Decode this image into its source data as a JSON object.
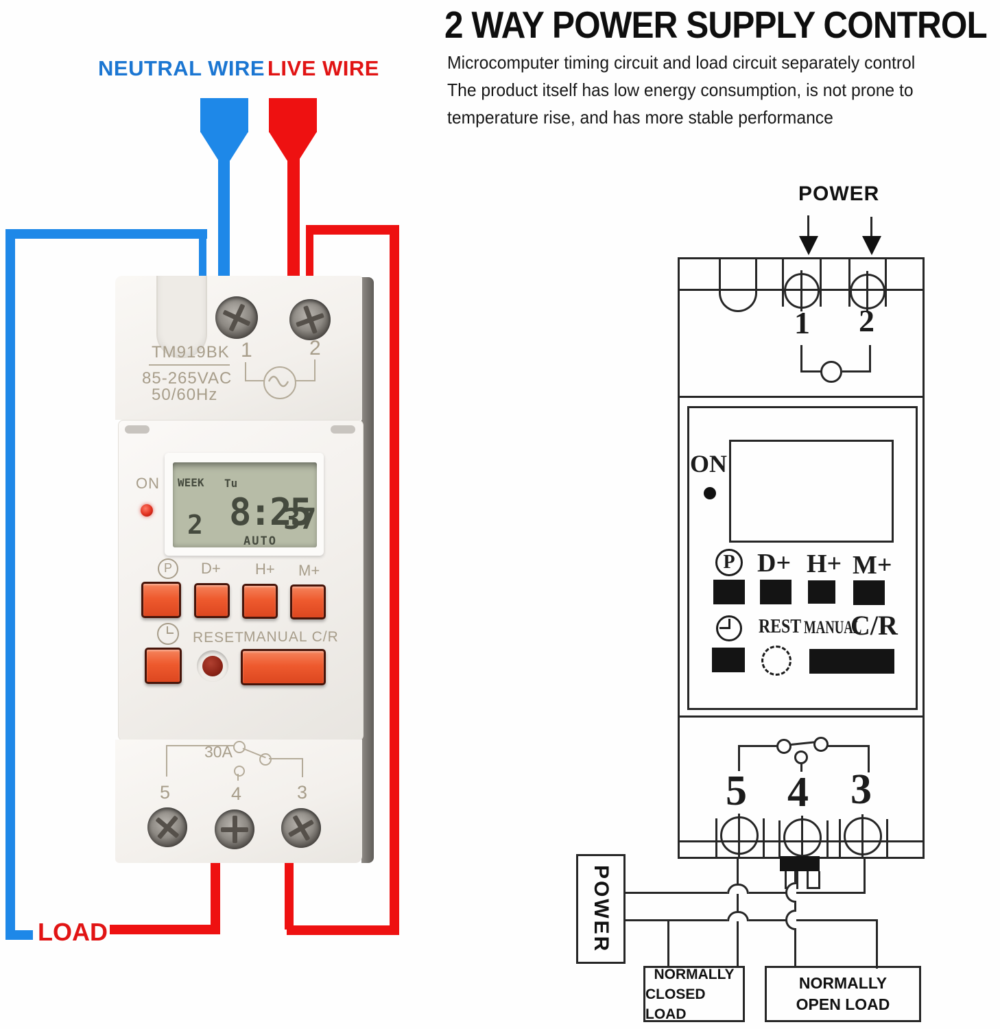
{
  "colors": {
    "neutral": "#1e88e8",
    "live": "#ee1111",
    "label_blue": "#1b76d2",
    "label_red": "#e11414",
    "ink": "#262626",
    "button_orange": "#ee5a2e",
    "lcd_green": "#b7bca7"
  },
  "labels": {
    "neutral_wire": "NEUTRAL WIRE",
    "live_wire": "LIVE WIRE",
    "load": "LOAD"
  },
  "header": {
    "title": "2 WAY POWER SUPPLY CONTROL",
    "line1": "Microcomputer timing circuit and load circuit separately control",
    "line2": "The product itself has low energy consumption, is not prone to",
    "line3": "temperature rise, and has more stable performance"
  },
  "device": {
    "model": "TM919BK",
    "voltage": "85-265VAC",
    "frequency": "50/60Hz",
    "relay_rating": "30A",
    "on_label": "ON",
    "terminal_1": "1",
    "terminal_2": "2",
    "terminal_3": "3",
    "terminal_4": "4",
    "terminal_5": "5",
    "lcd": {
      "week_label": "WEEK",
      "day": "Tu",
      "day_digit": "2",
      "time": "8:25",
      "seconds": "37",
      "mode": "AUTO"
    },
    "buttons": {
      "p": "P",
      "d": "D+",
      "h": "H+",
      "m": "M+",
      "reset": "RESET",
      "manual": "MANUAL C/R"
    }
  },
  "diagram": {
    "power_top": "POWER",
    "on_label": "ON",
    "terminal_1": "1",
    "terminal_2": "2",
    "terminal_3": "3",
    "terminal_4": "4",
    "terminal_5": "5",
    "buttons": {
      "p": "P",
      "d": "D+",
      "h": "H+",
      "m": "M+",
      "rest": "REST",
      "manual": "MANUAL",
      "cr": "C/R"
    },
    "power_box": "POWER",
    "nc_load_line1": "NORMALLY",
    "nc_load_line2": "CLOSED LOAD",
    "no_load_line1": "NORMALLY",
    "no_load_line2": "OPEN LOAD"
  }
}
